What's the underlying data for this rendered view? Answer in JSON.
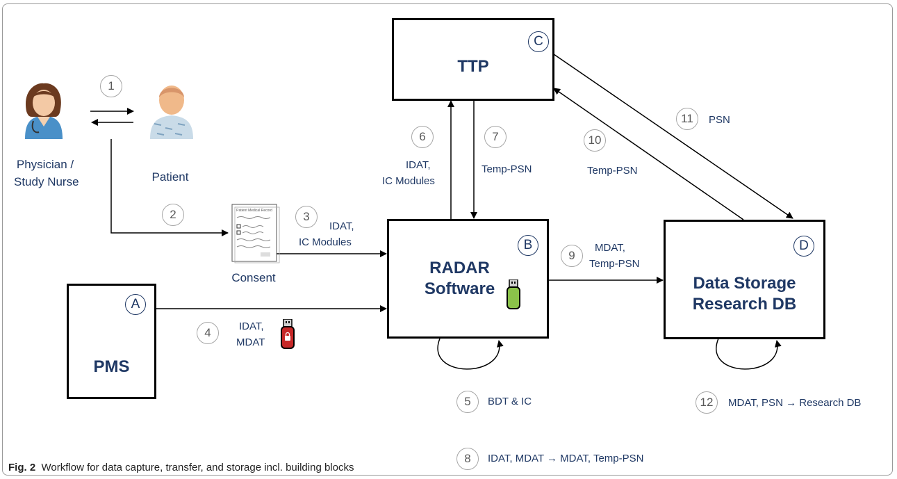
{
  "boxes": {
    "ttp": {
      "title": "TTP",
      "letter": "C"
    },
    "radar": {
      "title_line1": "RADAR",
      "title_line2": "Software",
      "letter": "B"
    },
    "storage": {
      "title_line1": "Data Storage",
      "title_line2": "Research DB",
      "letter": "D"
    },
    "pms": {
      "title": "PMS",
      "letter": "A"
    }
  },
  "people": {
    "physician_line1": "Physician /",
    "physician_line2": "Study Nurse",
    "patient": "Patient"
  },
  "consent": {
    "label": "Consent",
    "doc_title": "Patient Medical Record"
  },
  "steps": [
    {
      "num": "1",
      "label": ""
    },
    {
      "num": "2",
      "label": ""
    },
    {
      "num": "3",
      "label_line1": "IDAT,",
      "label_line2": "IC Modules"
    },
    {
      "num": "4",
      "label_line1": "IDAT,",
      "label_line2": "MDAT"
    },
    {
      "num": "5",
      "label": "BDT & IC"
    },
    {
      "num": "6",
      "label_line1": "IDAT,",
      "label_line2": "IC Modules"
    },
    {
      "num": "7",
      "label": "Temp-PSN"
    },
    {
      "num": "8",
      "label": "IDAT, MDAT → MDAT, Temp-PSN"
    },
    {
      "num": "9",
      "label_line1": "MDAT,",
      "label_line2": "Temp-PSN"
    },
    {
      "num": "10",
      "label": "Temp-PSN"
    },
    {
      "num": "11",
      "label": "PSN"
    },
    {
      "num": "12",
      "label": "MDAT, PSN → Research DB"
    }
  ],
  "caption": {
    "prefix": "Fig. 2",
    "text": "Workflow for data capture, transfer, and storage incl. building blocks"
  },
  "colors": {
    "text": "#1f3864",
    "usb_green": "#8bc34a",
    "usb_red": "#c62828"
  }
}
